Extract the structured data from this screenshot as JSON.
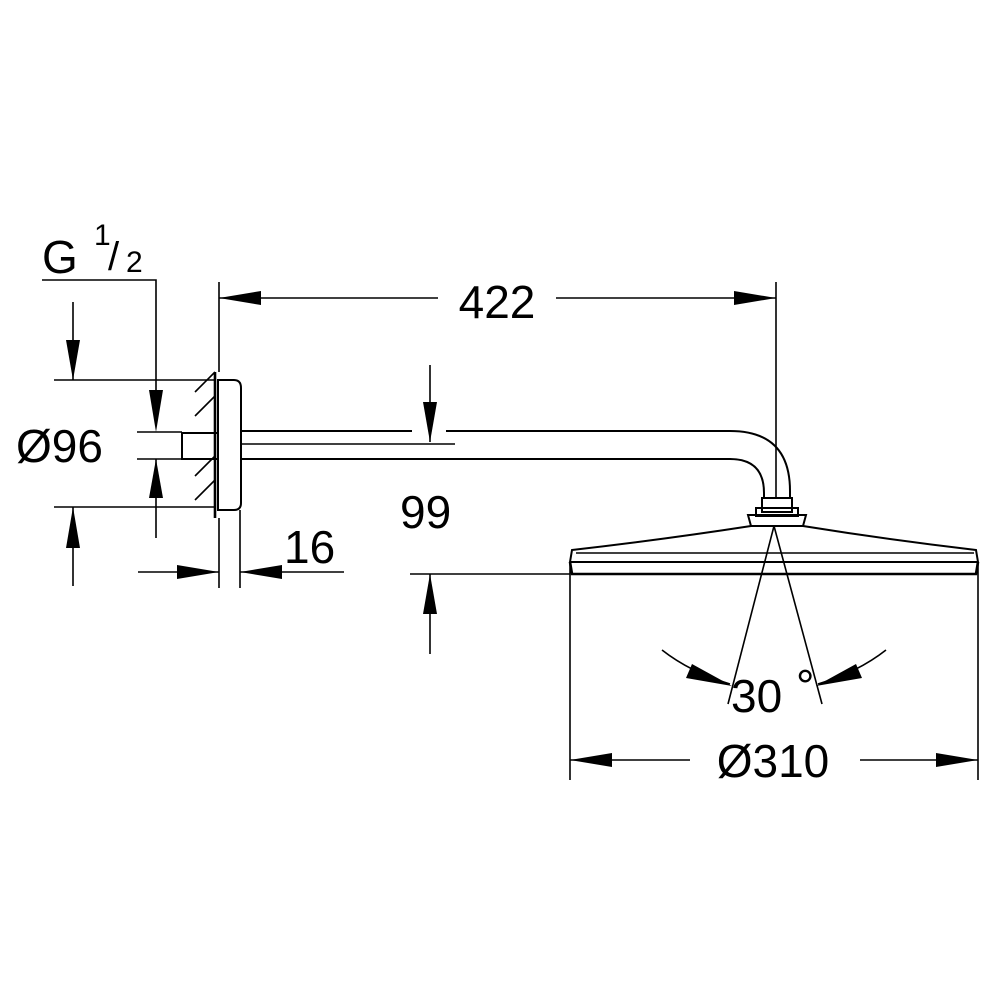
{
  "dimensions": {
    "thread": {
      "prefix": "G",
      "numerator": "1",
      "slash": "/",
      "denominator": "2"
    },
    "reach": "422",
    "flange_diameter": "Ø96",
    "flange_depth": "16",
    "drop": "99",
    "swivel_angle": "30",
    "degree_symbol": "°",
    "head_diameter": "Ø310"
  }
}
